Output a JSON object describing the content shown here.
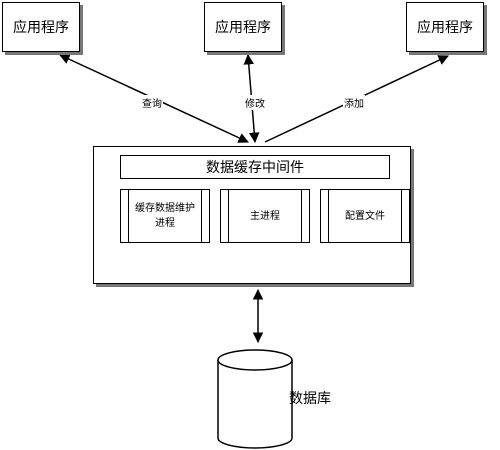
{
  "apps": [
    {
      "label": "应用程序"
    },
    {
      "label": "应用程序"
    },
    {
      "label": "应用程序"
    }
  ],
  "edges": {
    "query": "查询",
    "modify": "修改",
    "add": "添加"
  },
  "middleware": {
    "title": "数据缓存中间件",
    "processes": [
      {
        "line1": "缓存数据维护",
        "line2": "进程"
      },
      {
        "line1": "主进程"
      },
      {
        "line1": "配置文件"
      }
    ]
  },
  "database": {
    "label": "数据库"
  }
}
